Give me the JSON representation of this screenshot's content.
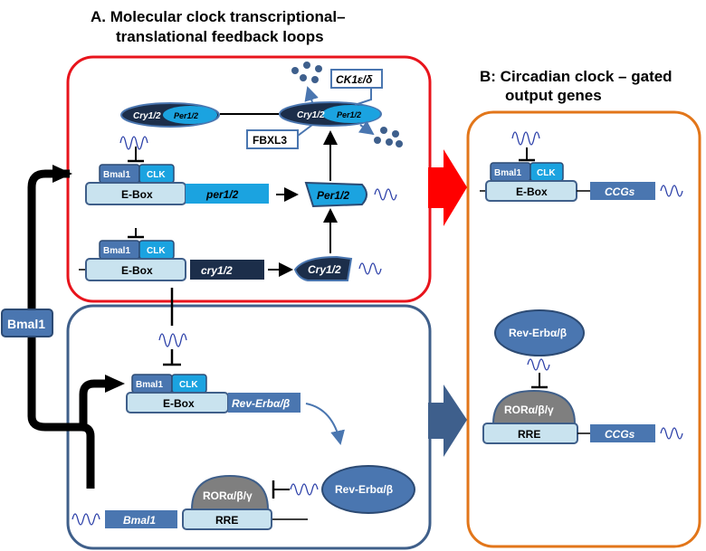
{
  "titles": {
    "a_line1": "A. Molecular clock transcriptional–",
    "a_line2": "translational feedback loops",
    "b_line1": "B: Circadian clock – gated",
    "b_line2": "output genes"
  },
  "labels": {
    "bmal1_side": "Bmal1",
    "bmal1": "Bmal1",
    "clk": "CLK",
    "ebox": "E-Box",
    "per_gene": "per1/2",
    "cry_gene": "cry1/2",
    "per_protein": "Per1/2",
    "cry_protein": "Cry1/2",
    "complex_cry": "Cry1/2",
    "complex_per": "Per1/2",
    "ck1": "CK1ε/δ",
    "fbxl3": "FBXL3",
    "rev_erb_gene": "Rev-Erbα/β",
    "rev_erb_protein": "Rev-Erbα/β",
    "ror": "RORα/β/γ",
    "rre": "RRE",
    "bmal1_gene": "Bmal1",
    "ccgs": "CCGs"
  },
  "colors": {
    "red_box": "#e8141c",
    "blue_box": "#3f5f8a",
    "orange_box": "#e2761a",
    "light_blue": "#c9e3ef",
    "mid_blue": "#4a76b0",
    "cyan": "#1ba3e0",
    "dark_navy": "#1c2e4a",
    "grey": "#808080",
    "red_arrow": "#ff0000",
    "blue_arrow": "#3e5f8c"
  },
  "icons": [
    "oscillation-wave-icon",
    "degradation-dots-icon",
    "inhibition-bar-icon",
    "activation-arrow-icon"
  ]
}
